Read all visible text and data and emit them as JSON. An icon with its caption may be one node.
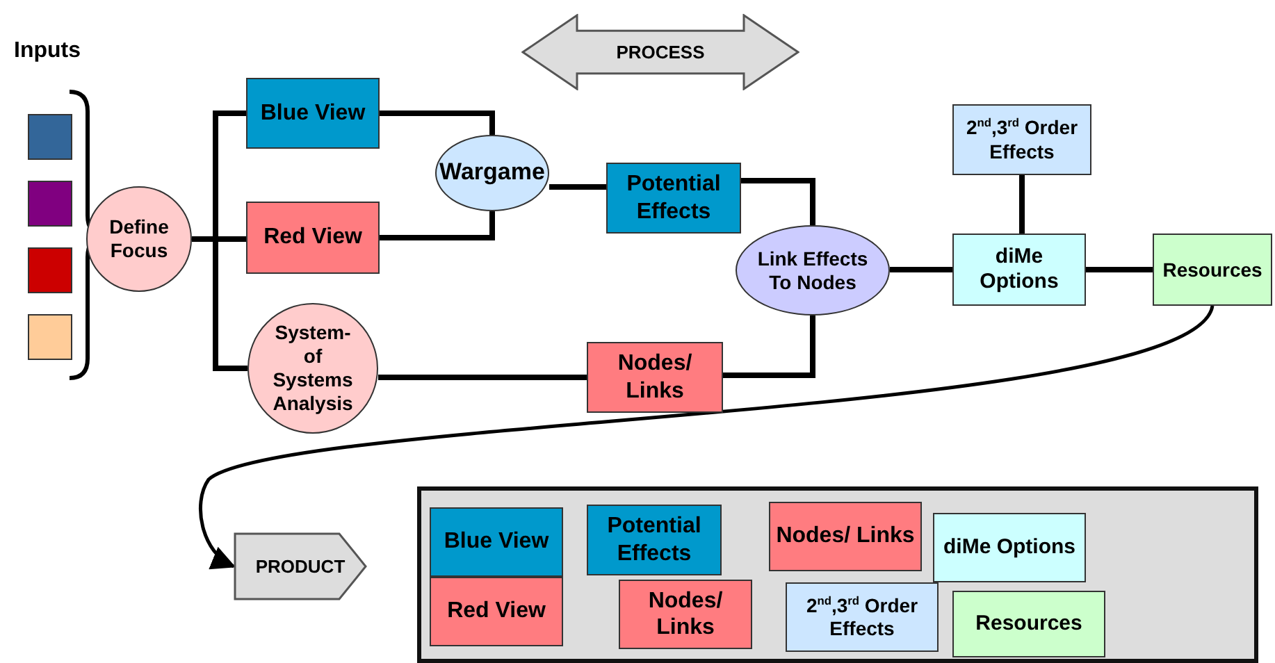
{
  "diagram": {
    "nodes": [
      {
        "text": [],
        "shape": "box"
      },
      {
        "text": [],
        "shape": "box"
      },
      {
        "text": [],
        "shape": "box"
      },
      {
        "text": [],
        "shape": "box"
      },
      {
        "text": [
          "Define Focus"
        ]
      },
      {
        "text": [
          "Blue View"
        ]
      },
      {
        "text": [
          "Red View"
        ]
      },
      {
        "text": [
          "System-of Systems Analysis"
        ]
      },
      {
        "text": [
          "Wargame"
        ]
      },
      {
        "text": [
          "Potential Effects"
        ]
      },
      {
        "text": [
          "Nodes/ Links"
        ]
      },
      {
        "text": [
          "Link Effects To Nodes"
        ]
      },
      {
        "text": [
          "2$^{nd}$,3$^{rd}$ Order Effects"
        ]
      },
      {
        "text": [
          "diMe Options"
        ]
      },
      {
        "text": [
          "Resources"
        ]
      },
      {
        "text": [
          "PROCESS"
        ]
      },
      {
        "text": [
          "PRODUCT"
        ]
      },
      {
        "text": [],
        "shape": "box"
      },
      {
        "text": [
          "Blue View"
        ],
        "in": 17
      },
      {
        "text": [
          "Red View"
        ],
        "in": 17
      },
      {
        "text": [
          "Potential Effects"
        ],
        "in": 17
      },
      {
        "text": [
          "Nodes/ Links"
        ],
        "in": 17
      },
      {
        "text": [
          "Nodes/ Links"
        ],
        "in": 17
      },
      {
        "text": [
          "diMe Options"
        ],
        "in": 17
      },
      {
        "text": [
          "2$^{nd}$,3$^{rd}$ Order Effects"
        ],
        "in": 17
      },
      {
        "text": [
          "Resources"
        ],
        "in": 17
      }
    ],
    "edges": [
      {
        "from": 4,
        "to": 5,
        "arrow": "none"
      },
      {
        "from": 4,
        "to": 6,
        "arrow": "none"
      },
      {
        "from": 4,
        "to": 7,
        "arrow": "none"
      },
      {
        "from": 5,
        "to": 8,
        "arrow": "none"
      },
      {
        "from": 6,
        "to": 8,
        "arrow": "none"
      },
      {
        "from": 8,
        "to": 9,
        "arrow": "none"
      },
      {
        "from": 9,
        "to": 11,
        "arrow": "none"
      },
      {
        "from": 7,
        "to": 10,
        "arrow": "none"
      },
      {
        "from": 10,
        "to": 11,
        "arrow": "none"
      },
      {
        "from": 11,
        "to": 13,
        "arrow": "none"
      },
      {
        "from": 12,
        "to": 13,
        "arrow": "none"
      },
      {
        "from": 13,
        "to": 14,
        "arrow": "none"
      },
      {
        "from": 14,
        "to": 16,
        "arrow": "to"
      }
    ],
    "labels": [
      "Inputs"
    ]
  }
}
